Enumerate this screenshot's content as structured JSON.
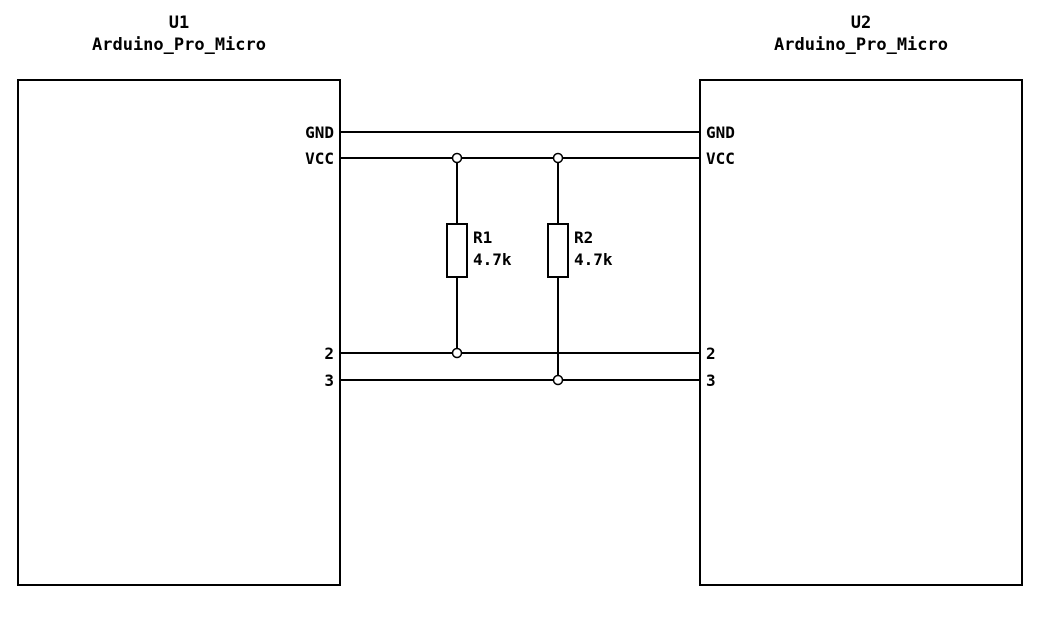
{
  "diagram": {
    "colors": {
      "background": "#ffffff",
      "line": "#000000",
      "text": "#000000"
    },
    "components": {
      "u1": {
        "ref": "U1",
        "value": "Arduino_Pro_Micro",
        "pins": {
          "gnd": "GND",
          "vcc": "VCC",
          "p2": "2",
          "p3": "3"
        }
      },
      "u2": {
        "ref": "U2",
        "value": "Arduino_Pro_Micro",
        "pins": {
          "gnd": "GND",
          "vcc": "VCC",
          "p2": "2",
          "p3": "3"
        }
      },
      "r1": {
        "ref": "R1",
        "value": "4.7k"
      },
      "r2": {
        "ref": "R2",
        "value": "4.7k"
      }
    }
  }
}
